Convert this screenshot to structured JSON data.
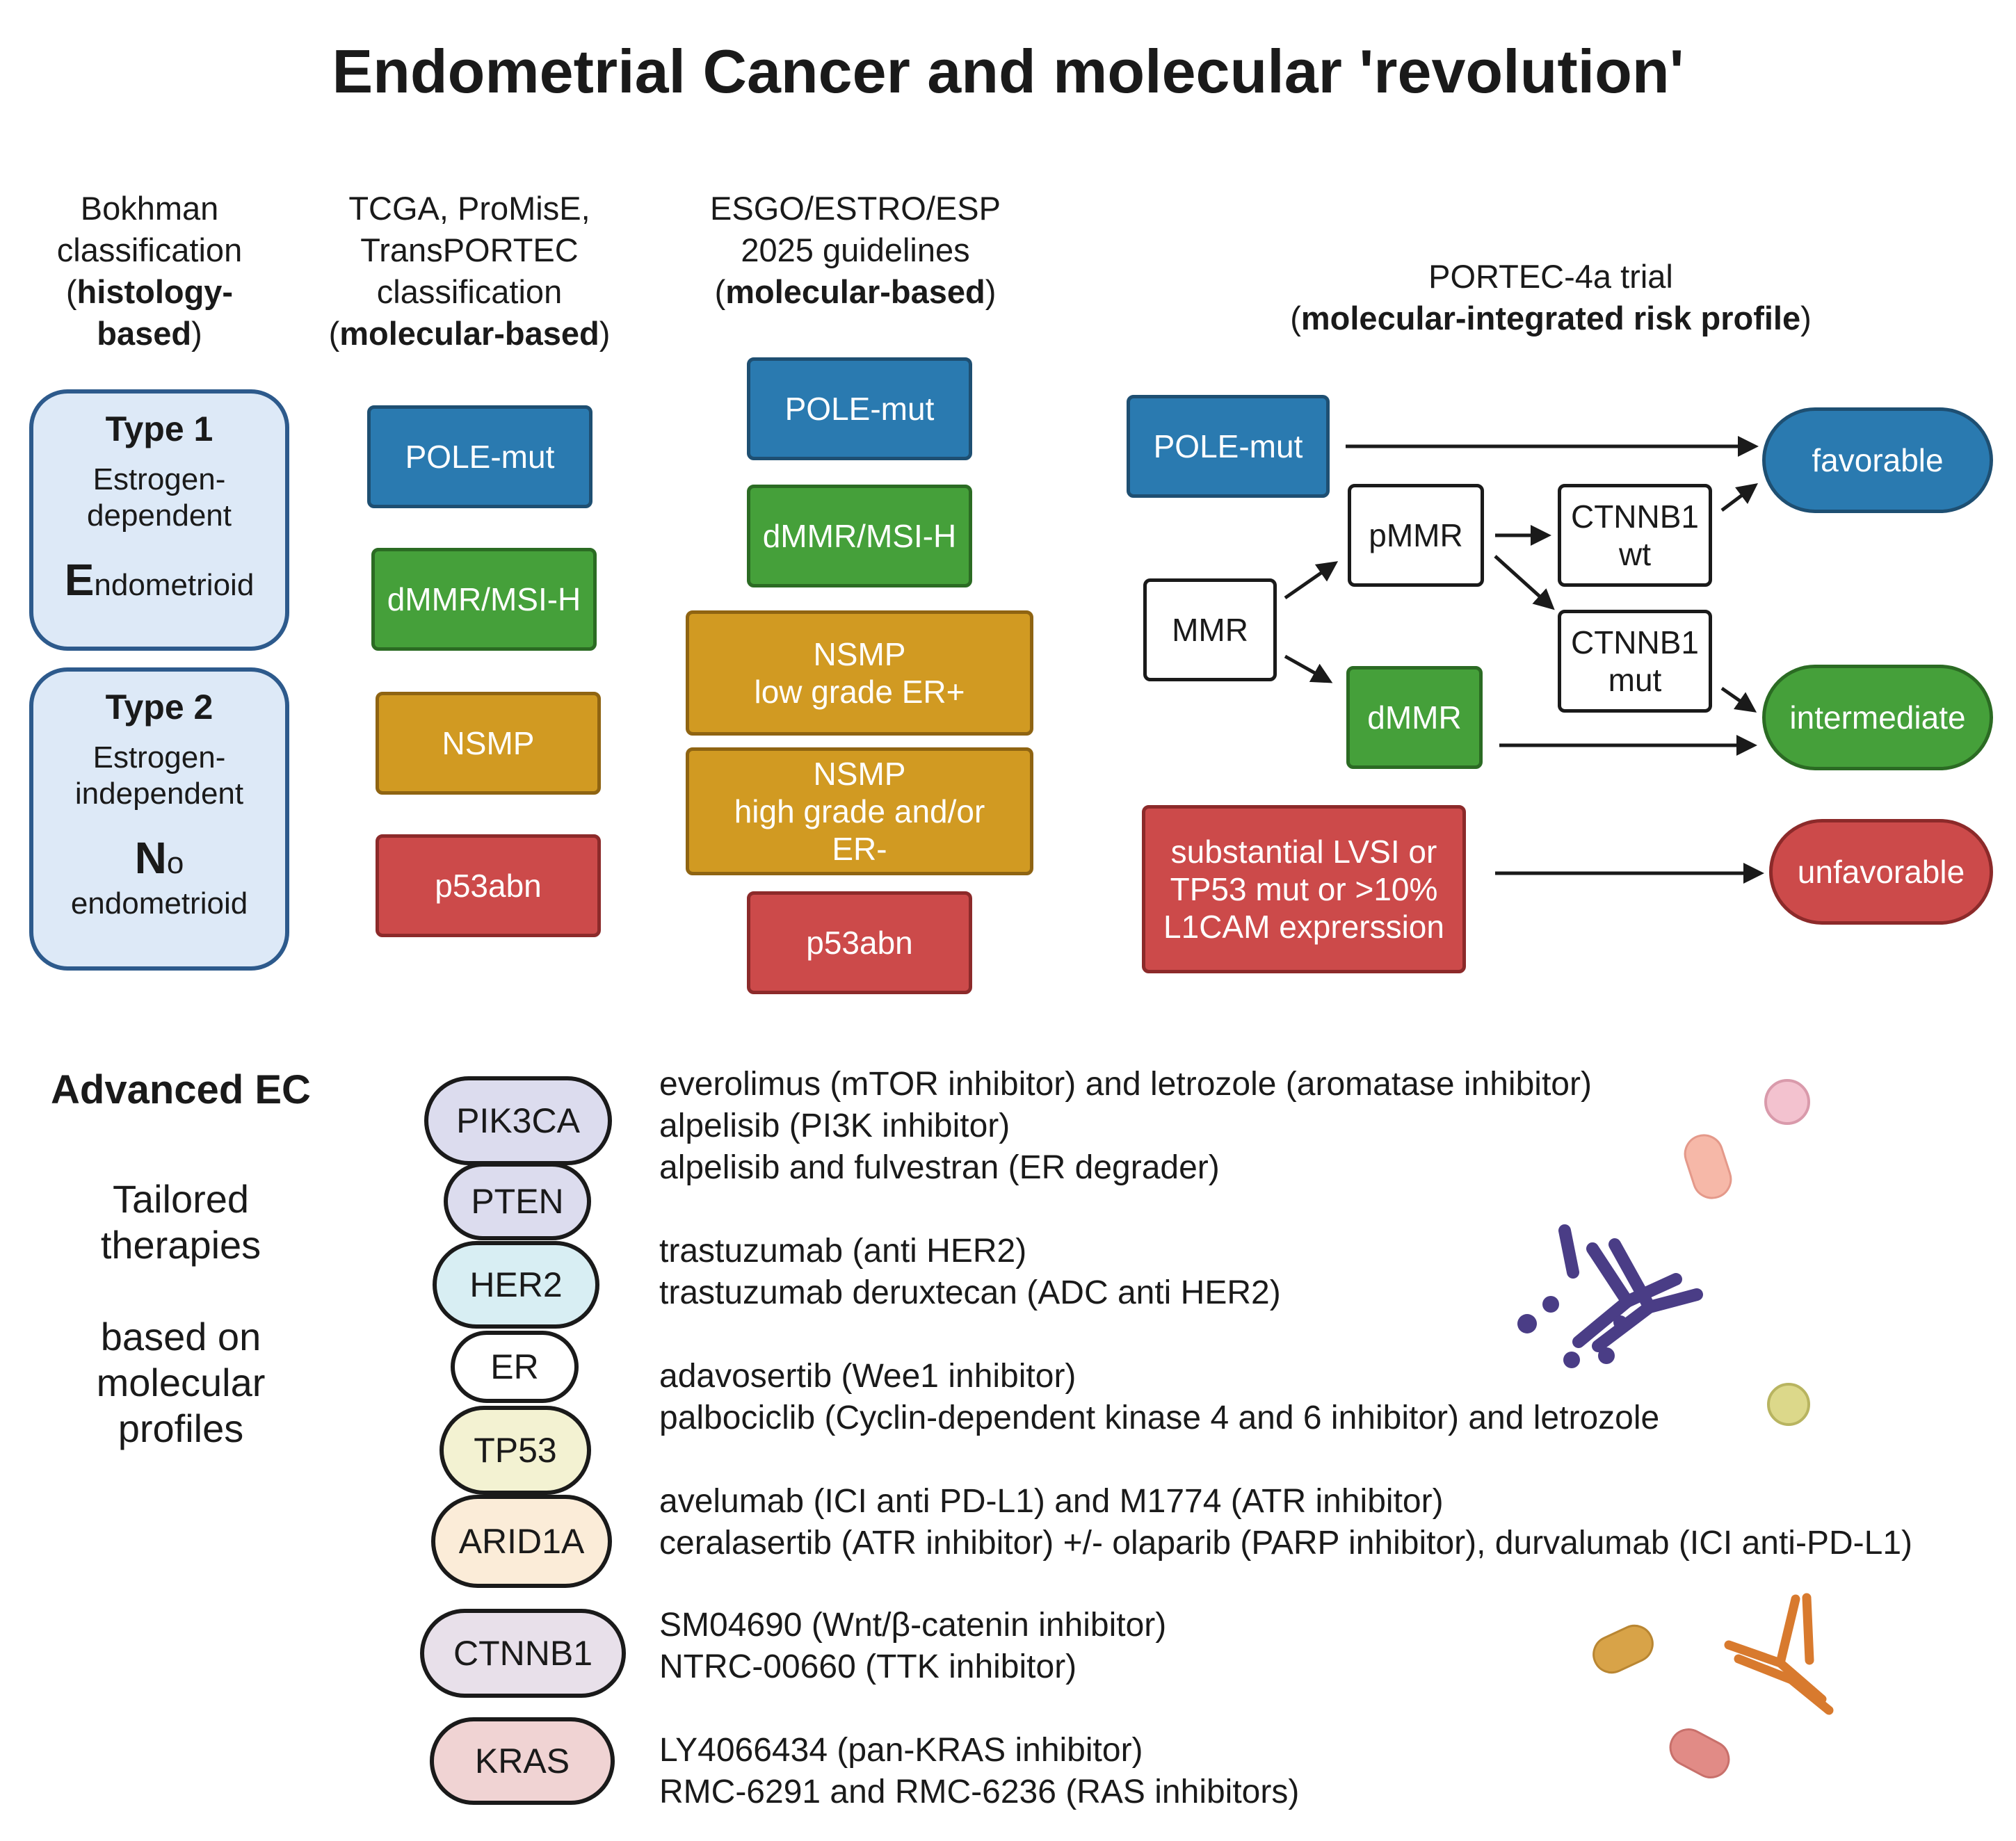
{
  "title": "Endometrial Cancer and molecular 'revolution'",
  "headers": {
    "bokhman": {
      "l1": "Bokhman",
      "l2": "classification",
      "l3": "histology-",
      "l4": "based"
    },
    "tcga": {
      "l1": "TCGA, ProMisE,",
      "l2": "TransPORTEC",
      "l3": "classification",
      "l4": "molecular-based"
    },
    "esgo": {
      "l1": "ESGO/ESTRO/ESP",
      "l2": "2025 guidelines",
      "l3": "molecular-based"
    },
    "portec": {
      "l1": "PORTEC-4a trial",
      "l2": "molecular-integrated risk profile"
    }
  },
  "bokhman": {
    "type1": {
      "title": "Type 1",
      "desc1": "Estrogen-",
      "desc2": "dependent",
      "hist_first": "E",
      "hist_rest": "ndometrioid"
    },
    "type2": {
      "title": "Type 2",
      "desc1": "Estrogen-",
      "desc2": "independent",
      "hist_first": "N",
      "hist_rest": "o",
      "hist_line2": "endometrioid"
    }
  },
  "tcga": {
    "pole": "POLE-mut",
    "dmmr": "dMMR/MSI-H",
    "nsmp": "NSMP",
    "p53": "p53abn"
  },
  "esgo": {
    "pole": "POLE-mut",
    "dmmr": "dMMR/MSI-H",
    "nsmp_low": {
      "l1": "NSMP",
      "l2": "low grade ER+"
    },
    "nsmp_high": {
      "l1": "NSMP",
      "l2": "high grade and/or",
      "l3": "ER-"
    },
    "p53": "p53abn"
  },
  "portec": {
    "pole": "POLE-mut",
    "mmr": "MMR",
    "pmmr": "pMMR",
    "dmmr": "dMMR",
    "ctnnb1_wt": {
      "l1": "CTNNB1",
      "l2": "wt"
    },
    "ctnnb1_mut": {
      "l1": "CTNNB1",
      "l2": "mut"
    },
    "lvsi": {
      "l1": "substantial LVSI or",
      "l2": "TP53 mut or >10%",
      "l3": "L1CAM exprerssion"
    },
    "favorable": "favorable",
    "intermediate": "intermediate",
    "unfavorable": "unfavorable"
  },
  "advanced": {
    "title": "Advanced EC",
    "l1": "Tailored",
    "l2": "therapies",
    "l3": "based on",
    "l4": "molecular",
    "l5": "profiles"
  },
  "genes": [
    {
      "name": "PIK3CA",
      "color": "#dcdcee"
    },
    {
      "name": "PTEN",
      "color": "#dcdcee"
    },
    {
      "name": "HER2",
      "color": "#d8eef3"
    },
    {
      "name": "ER",
      "color": "#ffffff"
    },
    {
      "name": "TP53",
      "color": "#f3f2d2"
    },
    {
      "name": "ARID1A",
      "color": "#fbecd8"
    },
    {
      "name": "CTNNB1",
      "color": "#e8e0ea"
    },
    {
      "name": "KRAS",
      "color": "#f0d3d3"
    }
  ],
  "therapies": {
    "t1": "everolimus (mTOR inhibitor) and letrozole (aromatase inhibitor)",
    "t2": "alpelisib (PI3K inhibitor)",
    "t3": "alpelisib and fulvestran (ER degrader)",
    "t4": "trastuzumab (anti HER2)",
    "t5": "trastuzumab deruxtecan (ADC anti HER2)",
    "t6": "adavosertib (Wee1 inhibitor)",
    "t7": "palbociclib (Cyclin-dependent kinase 4 and 6 inhibitor) and letrozole",
    "t8": "avelumab (ICI anti PD-L1) and M1774 (ATR inhibitor)",
    "t9": "ceralasertib (ATR inhibitor) +/- olaparib (PARP inhibitor), durvalumab (ICI anti-PD-L1)",
    "t10": "SM04690 (Wnt/β-catenin inhibitor)",
    "t11": "NTRC-00660 (TTK inhibitor)",
    "t12": "LY4066434  (pan-KRAS inhibitor)",
    "t13": "RMC-6291 and RMC-6236 (RAS inhibitors)"
  },
  "icons": {
    "pill_pink": "pill-icon",
    "capsule_salmon": "capsule-icon",
    "antibody_purple": "antibody-icon",
    "pill_yellow": "pill-icon",
    "capsule_orange": "capsule-icon",
    "antibody_orange": "antibody-icon",
    "capsule_red": "capsule-icon"
  }
}
